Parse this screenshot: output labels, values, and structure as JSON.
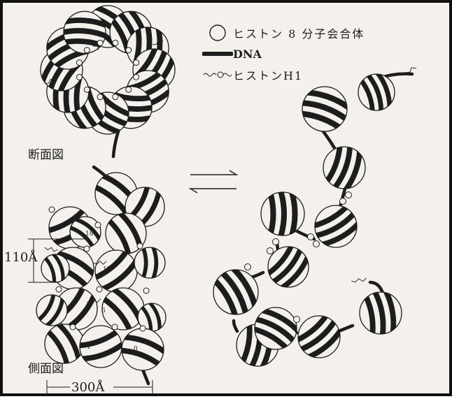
{
  "legend": {
    "octamer": "ヒストン 8 分子会合体",
    "dna": "DNA",
    "h1": "ヒストンH1"
  },
  "labels": {
    "cross_section": "断面図",
    "side_view": "側面図",
    "dimension_110": "110Å",
    "dimension_300": "300Å",
    "nucleosome_numbers": [
      "18",
      "12",
      "6",
      "1",
      "0"
    ]
  },
  "colors": {
    "background": "#f4f1ec",
    "ink": "#1d1d1d",
    "frame": "#111111"
  },
  "icons": {
    "octamer": "open-circle",
    "dna": "thick-line",
    "h1": "wavy-line-with-circle",
    "equilibrium": "double-harpoon-arrows"
  }
}
